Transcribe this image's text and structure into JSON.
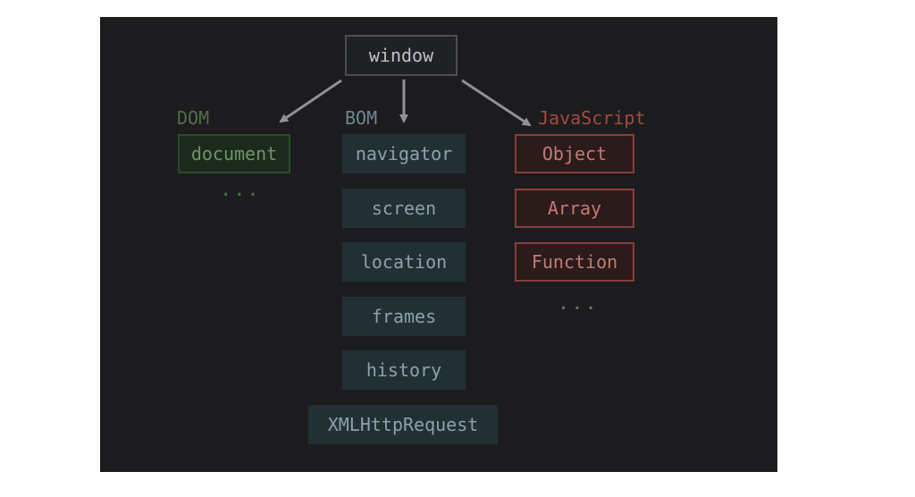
{
  "root": {
    "label": "window"
  },
  "groups": {
    "dom": {
      "title": "DOM",
      "items": [
        "document"
      ],
      "more": "..."
    },
    "bom": {
      "title": "BOM",
      "items": [
        "navigator",
        "screen",
        "location",
        "frames",
        "history",
        "XMLHttpRequest"
      ]
    },
    "js": {
      "title": "JavaScript",
      "items": [
        "Object",
        "Array",
        "Function"
      ],
      "more": "..."
    }
  },
  "colors": {
    "background": "#1c1c1e",
    "arrow": "#8e9197",
    "dom": "#6f9468",
    "bom": "#8aa2ab",
    "js": "#c47a73"
  }
}
